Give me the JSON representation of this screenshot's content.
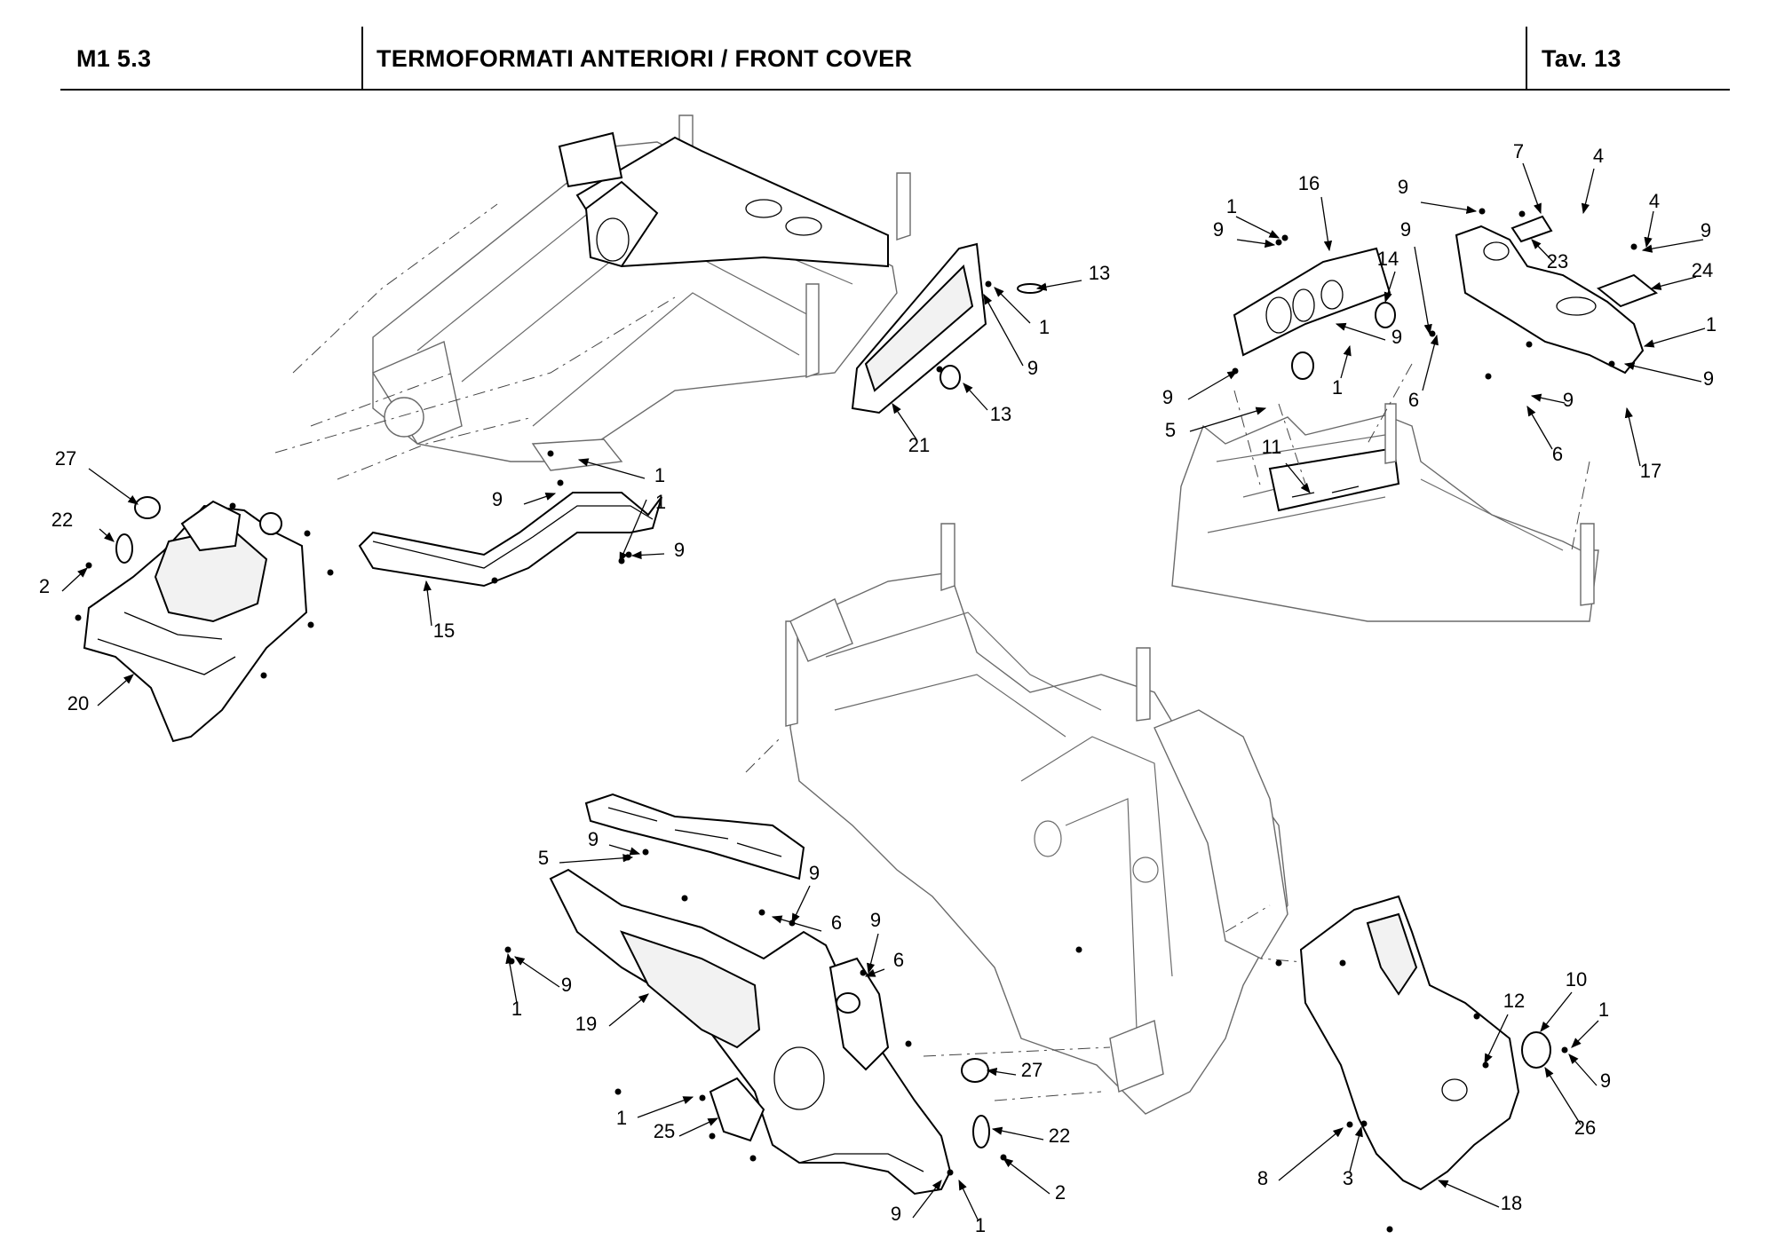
{
  "header": {
    "model": "M1 5.3",
    "title": "TERMOFORMATI ANTERIORI / FRONT COVER",
    "table": "Tav.  13"
  },
  "callouts": {
    "tl": [
      "27",
      "22",
      "2",
      "20",
      "15",
      "9",
      "1",
      "9",
      "1",
      "21",
      "13",
      "13",
      "1",
      "9"
    ],
    "tr": [
      "1",
      "9",
      "16",
      "14",
      "9",
      "9",
      "1",
      "5",
      "11",
      "9",
      "7",
      "4",
      "9",
      "4",
      "9",
      "23",
      "24",
      "1",
      "9",
      "9",
      "6",
      "6",
      "17"
    ],
    "bottom": [
      "9",
      "5",
      "9",
      "6",
      "9",
      "6",
      "1",
      "9",
      "19",
      "27",
      "1",
      "25",
      "22",
      "2",
      "9",
      "1",
      "10",
      "12",
      "1",
      "9",
      "26",
      "8",
      "3",
      "18"
    ]
  },
  "icons": {
    "leader_arrow": "arrow-head-icon",
    "fastener": "screw-icon"
  }
}
